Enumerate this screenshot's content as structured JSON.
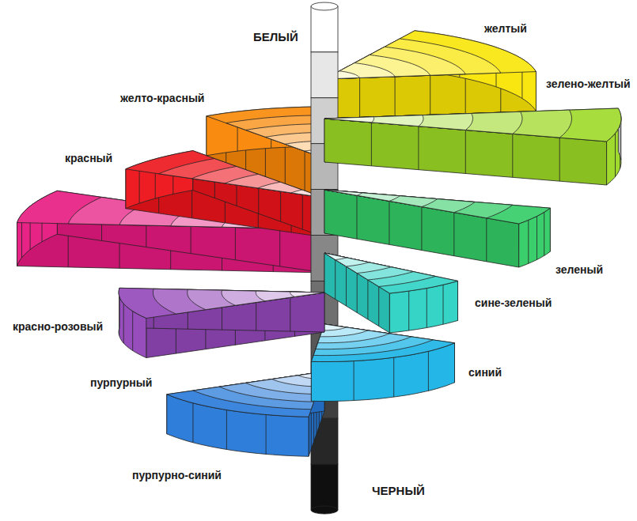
{
  "diagram": {
    "labels": [
      "БЕЛЫЙ",
      "желтый",
      "зелено-желтый",
      "желто-красный",
      "красный",
      "зеленый",
      "сине-зеленый",
      "красно-розовый",
      "пурпурный",
      "синий",
      "пурпурно-синий",
      "ЧЕРНЫЙ"
    ]
  }
}
